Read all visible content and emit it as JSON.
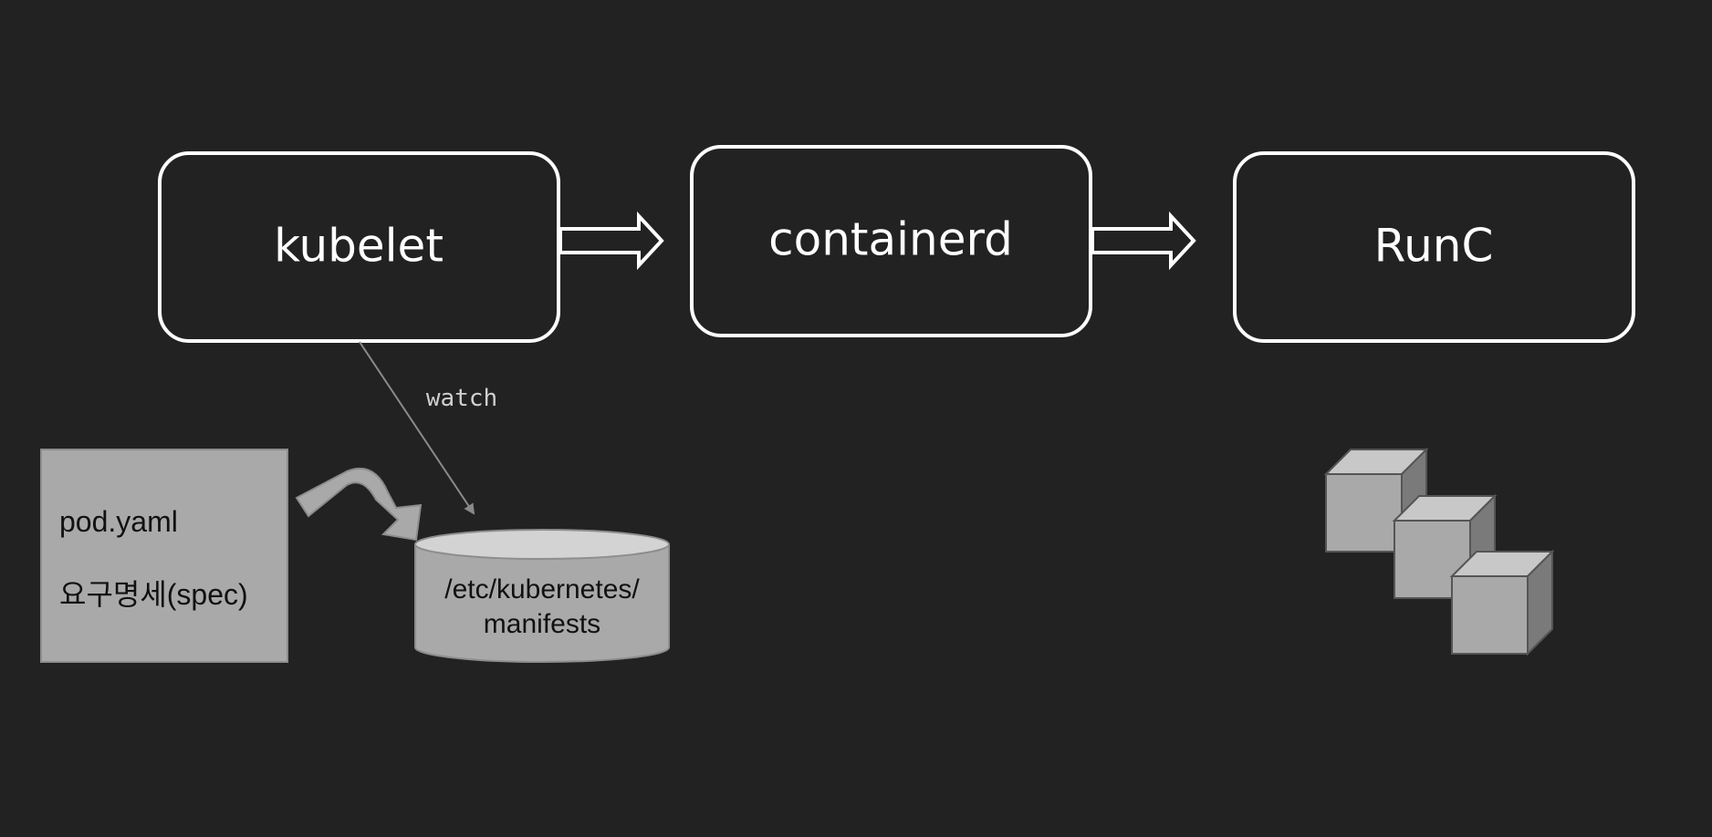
{
  "diagram": {
    "nodes": {
      "kubelet": {
        "label": "kubelet"
      },
      "containerd": {
        "label": "containerd"
      },
      "runc": {
        "label": "RunC"
      }
    },
    "edges": {
      "watch": {
        "label": "watch"
      }
    },
    "document": {
      "line1": "pod.yaml",
      "line2": "요구명세(spec)"
    },
    "database": {
      "line1": "/etc/kubernetes/",
      "line2": "manifests"
    },
    "colors": {
      "background": "#222222",
      "stroke": "#ffffff",
      "gray_fill": "#a9a9a9",
      "light_gray": "#d3d3d3"
    },
    "icons": {
      "cubes": "containers-cubes-icon",
      "curved_arrow": "curved-arrow-icon"
    }
  }
}
